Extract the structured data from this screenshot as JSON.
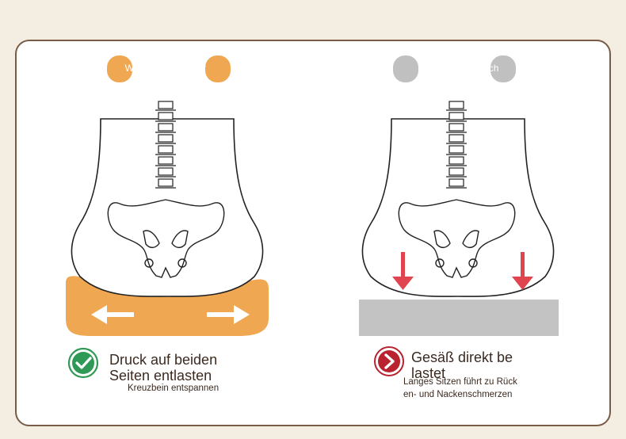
{
  "colors": {
    "frame": "#7a5b48",
    "cushion": "#f0a752",
    "good": "#2e9a55",
    "bad": "#b8232f",
    "arrow_down": "#e0454f",
    "hard_surface": "#c3c3c3",
    "page_bg": "#f4ede2"
  },
  "left": {
    "caption": "Weiche Sitzpolster",
    "status_icon": "check-circle-icon",
    "title": "Druck auf beiden\nSeiten entlasten",
    "subtitle": "Kreuzbein entspannen"
  },
  "right": {
    "caption": "Harter Sitz auch",
    "status_icon": "chevron-circle-icon",
    "title": "Gesäß direkt be\nlastet",
    "subtitle": "Langes Sitzen führt zu Rück\nen- und Nackenschmerzen"
  }
}
